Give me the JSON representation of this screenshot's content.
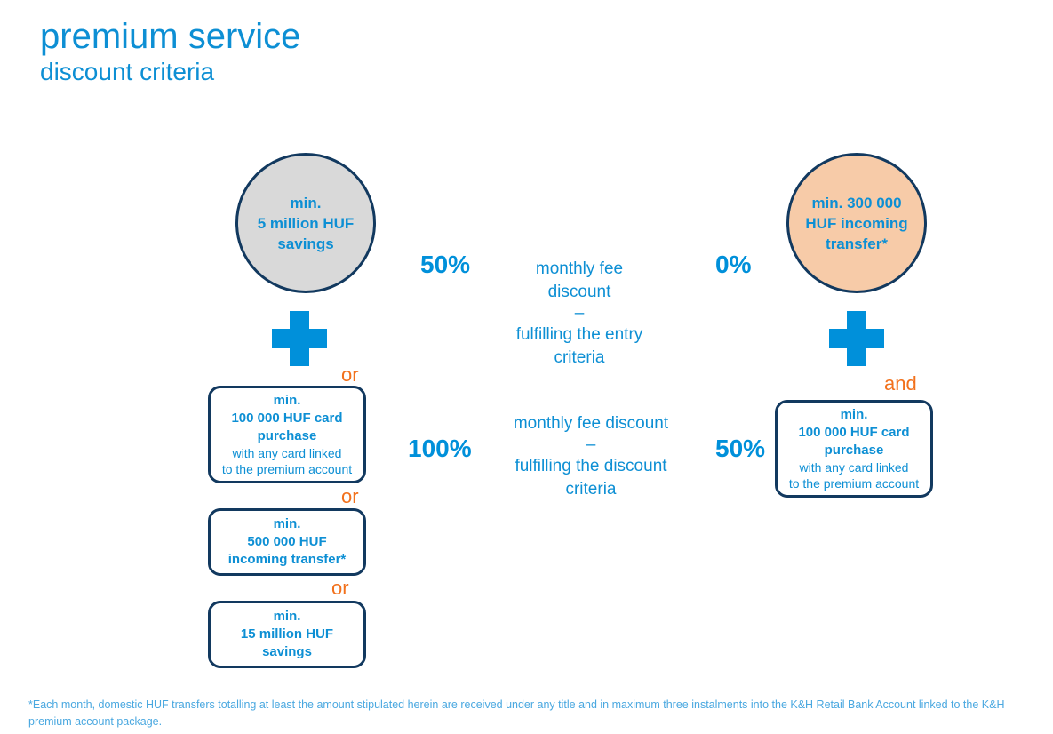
{
  "header": {
    "title": "premium service",
    "subtitle": "discount criteria"
  },
  "colors": {
    "brand_blue": "#0090da",
    "text_blue": "#0d8fd4",
    "navy_outline": "#12395f",
    "orange": "#f2711c",
    "circle_gray_fill": "#d9d9d9",
    "circle_peach_fill": "#f7cba8",
    "footnote_blue": "#4aa8e0"
  },
  "entry_column": {
    "circle": {
      "line1": "min.",
      "line2": "5 million HUF",
      "line3": "savings",
      "fill": "#d9d9d9"
    },
    "plus_icon": "plus-icon",
    "conjunction_1": "or",
    "boxes": [
      {
        "strong_line1": "min.",
        "strong_line2": "100 000 HUF card",
        "strong_line3": "purchase",
        "note_line1": "with any card linked",
        "note_line2": "to the premium account"
      },
      {
        "strong_line1": "min.",
        "strong_line2": "500 000 HUF",
        "strong_line3": "incoming transfer*"
      },
      {
        "strong_line1": "min.",
        "strong_line2": "15 million HUF",
        "strong_line3": "savings"
      }
    ],
    "conjunction_2": "or",
    "conjunction_3": "or",
    "percent_top": "50%",
    "percent_bottom": "100%"
  },
  "discount_column": {
    "circle": {
      "line1": "min. 300 000",
      "line2": "HUF incoming",
      "line3": "transfer*",
      "fill": "#f7cba8"
    },
    "plus_icon": "plus-icon",
    "conjunction_1": "and",
    "box": {
      "strong_line1": "min.",
      "strong_line2": "100 000 HUF card",
      "strong_line3": "purchase",
      "note_line1": "with any card linked",
      "note_line2": "to the premium account"
    },
    "percent_top": "0%",
    "percent_bottom": "50%"
  },
  "explanations": {
    "top": {
      "line1": "monthly fee",
      "line2": "discount",
      "dash": "–",
      "line3": "fulfilling the entry",
      "line4": "criteria"
    },
    "bottom": {
      "line1": "monthly fee discount",
      "dash": "–",
      "line2": "fulfilling the discount",
      "line3": "criteria"
    }
  },
  "footnote": {
    "text": "*Each month, domestic HUF transfers totalling at least the amount stipulated herein are received under any title and in maximum three instalments into the K&H Retail Bank Account linked to the K&H premium account package."
  }
}
